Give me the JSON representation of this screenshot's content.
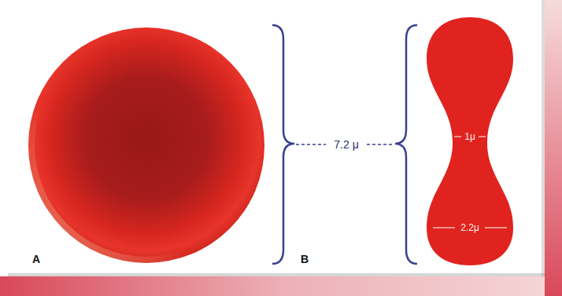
{
  "diagram": {
    "labels": [
      "A",
      "7.2 μ",
      "B",
      "1μ",
      "2.2μ"
    ]
  }
}
